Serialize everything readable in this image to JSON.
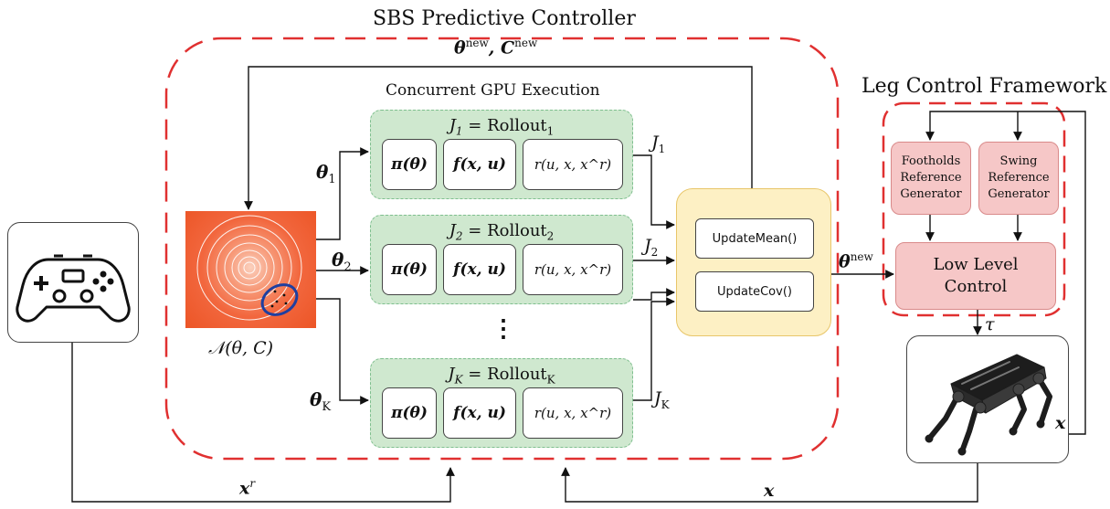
{
  "title": "SBS Predictive Controller",
  "subtitle": "Concurrent GPU Execution",
  "leg_title": "Leg Control Framework",
  "feedback_label": "θ^new, C^new",
  "feedback_label_parts": {
    "theta": "θ",
    "theta_sup": "new",
    "sep": ",",
    "C": "C",
    "C_sup": "new"
  },
  "distribution_label": "𝒩(θ, C)",
  "theta_labels": [
    {
      "sym": "θ",
      "sub": "1"
    },
    {
      "sym": "θ",
      "sub": "2"
    },
    {
      "sym": "θ",
      "sub": "K"
    }
  ],
  "rollouts": [
    {
      "title_lhs": "J",
      "title_sub": "1",
      "title_eq": " = Rollout",
      "title_rsub": "1",
      "policy": "π(θ)",
      "dynamics": "f(x, u)",
      "reward": "r(u, x, x^r)",
      "output": "J",
      "output_sub": "1"
    },
    {
      "title_lhs": "J",
      "title_sub": "2",
      "title_eq": " = Rollout",
      "title_rsub": "2",
      "policy": "π(θ)",
      "dynamics": "f(x, u)",
      "reward": "r(u, x, x^r)",
      "output": "J",
      "output_sub": "2"
    },
    {
      "title_lhs": "J",
      "title_sub": "K",
      "title_eq": " = Rollout",
      "title_rsub": "K",
      "policy": "π(θ)",
      "dynamics": "f(x, u)",
      "reward": "r(u, x, x^r)",
      "output": "J",
      "output_sub": "K"
    }
  ],
  "ellipsis": "⋮",
  "update_mean": "UpdateMean()",
  "update_cov": "UpdateCov()",
  "theta_new": {
    "sym": "θ",
    "sup": "new"
  },
  "footholds": [
    "Footholds",
    "Reference",
    "Generator"
  ],
  "swing": [
    "Swing",
    "Reference",
    "Generator"
  ],
  "low_level": [
    "Low Level",
    "Control"
  ],
  "tau": "τ",
  "x_label": "x",
  "xr_label": {
    "sym": "x",
    "sup": "r"
  },
  "colors": {
    "controller_border": "#e03030",
    "rollout_fill": "#cfe8cf",
    "update_fill": "#fdf0c4",
    "leg_fill": "#f6c7c7",
    "gaussian": "#ec5526",
    "ellipse": "#1f3fa0"
  },
  "icons": {
    "controller": "gamepad-icon",
    "robot": "quadruped-robot-image"
  }
}
